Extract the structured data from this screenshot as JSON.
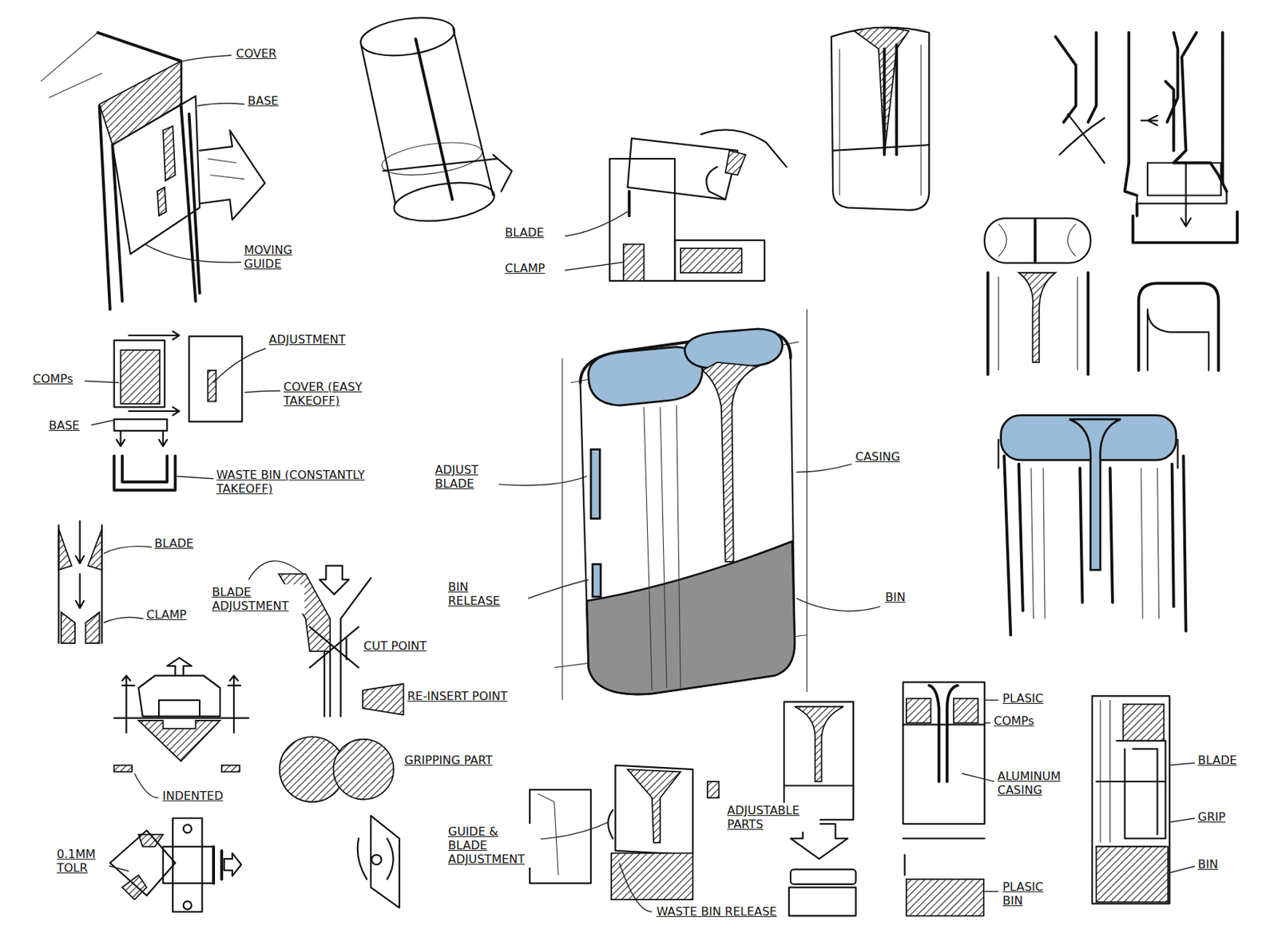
{
  "diagram": {
    "labels": [
      "COVER",
      "BASE",
      "MOVING GUIDE",
      "BLADE",
      "CLAMP",
      "ADJUSTMENT",
      "COMPs",
      "COVER (EASY TAKEOFF)",
      "BASE",
      "WASTE BIN (CONSTANTLY TAKEOFF)",
      "BLADE",
      "CLAMP",
      "BLADE ADJUSTMENT",
      "CUT POINT",
      "RE-INSERT POINT",
      "GRIPPING PART",
      "INDENTED",
      "0.1MM TOLR",
      "ADJUST BLADE",
      "BIN RELEASE",
      "CASING",
      "BIN",
      "GUIDE & BLADE ADJUSTMENT",
      "ADJUSTABLE PARTS",
      "WASTE BIN RELEASE",
      "PLASIC",
      "COMPs",
      "ALUMINUM CASING",
      "PLASIC BIN",
      "BLADE",
      "GRIP",
      "BIN"
    ]
  }
}
